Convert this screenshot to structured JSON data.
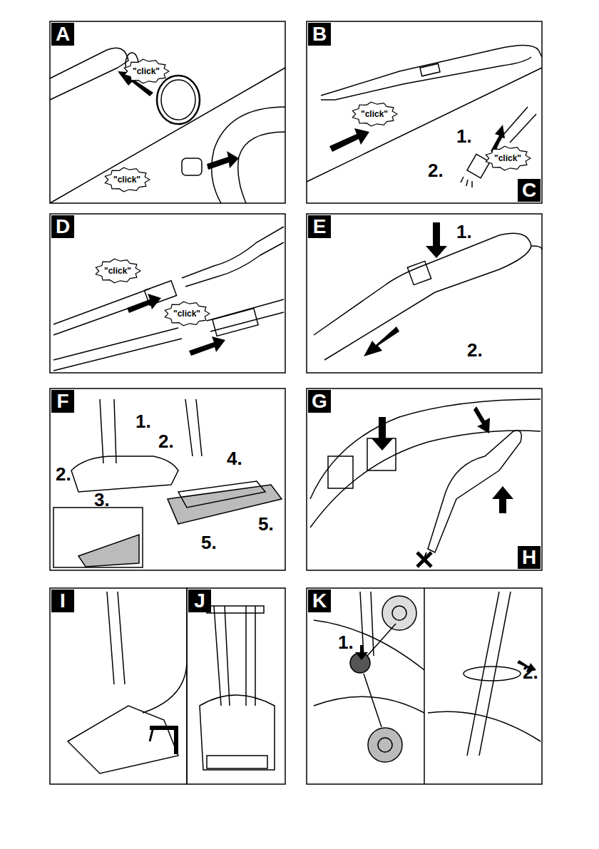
{
  "diagram": {
    "nodes": [
      {
        "text": [
          "A"
        ]
      },
      {
        "text": [
          "\"click\""
        ]
      },
      {
        "text": [
          "\"click\""
        ]
      },
      {
        "text": [
          "B"
        ]
      },
      {
        "text": [
          "\"click\""
        ]
      },
      {
        "text": [
          "\"click\""
        ]
      },
      {
        "text": [
          "C"
        ]
      },
      {
        "text": [
          "D"
        ]
      },
      {
        "text": [
          "\"click\""
        ]
      },
      {
        "text": [
          "\"click\""
        ]
      },
      {
        "text": [
          "E"
        ]
      },
      {
        "text": [
          "F"
        ]
      },
      {
        "text": [
          "G"
        ]
      },
      {
        "text": [
          "H"
        ]
      },
      {
        "text": [
          "I"
        ]
      },
      {
        "text": [
          "J"
        ]
      },
      {
        "text": [
          "K"
        ]
      }
    ],
    "labels": [
      "1.",
      "2.",
      "1.",
      "2.",
      "1.",
      "2.",
      "2.",
      "3.",
      "4.",
      "5.",
      "5.",
      "1.",
      "2."
    ]
  }
}
